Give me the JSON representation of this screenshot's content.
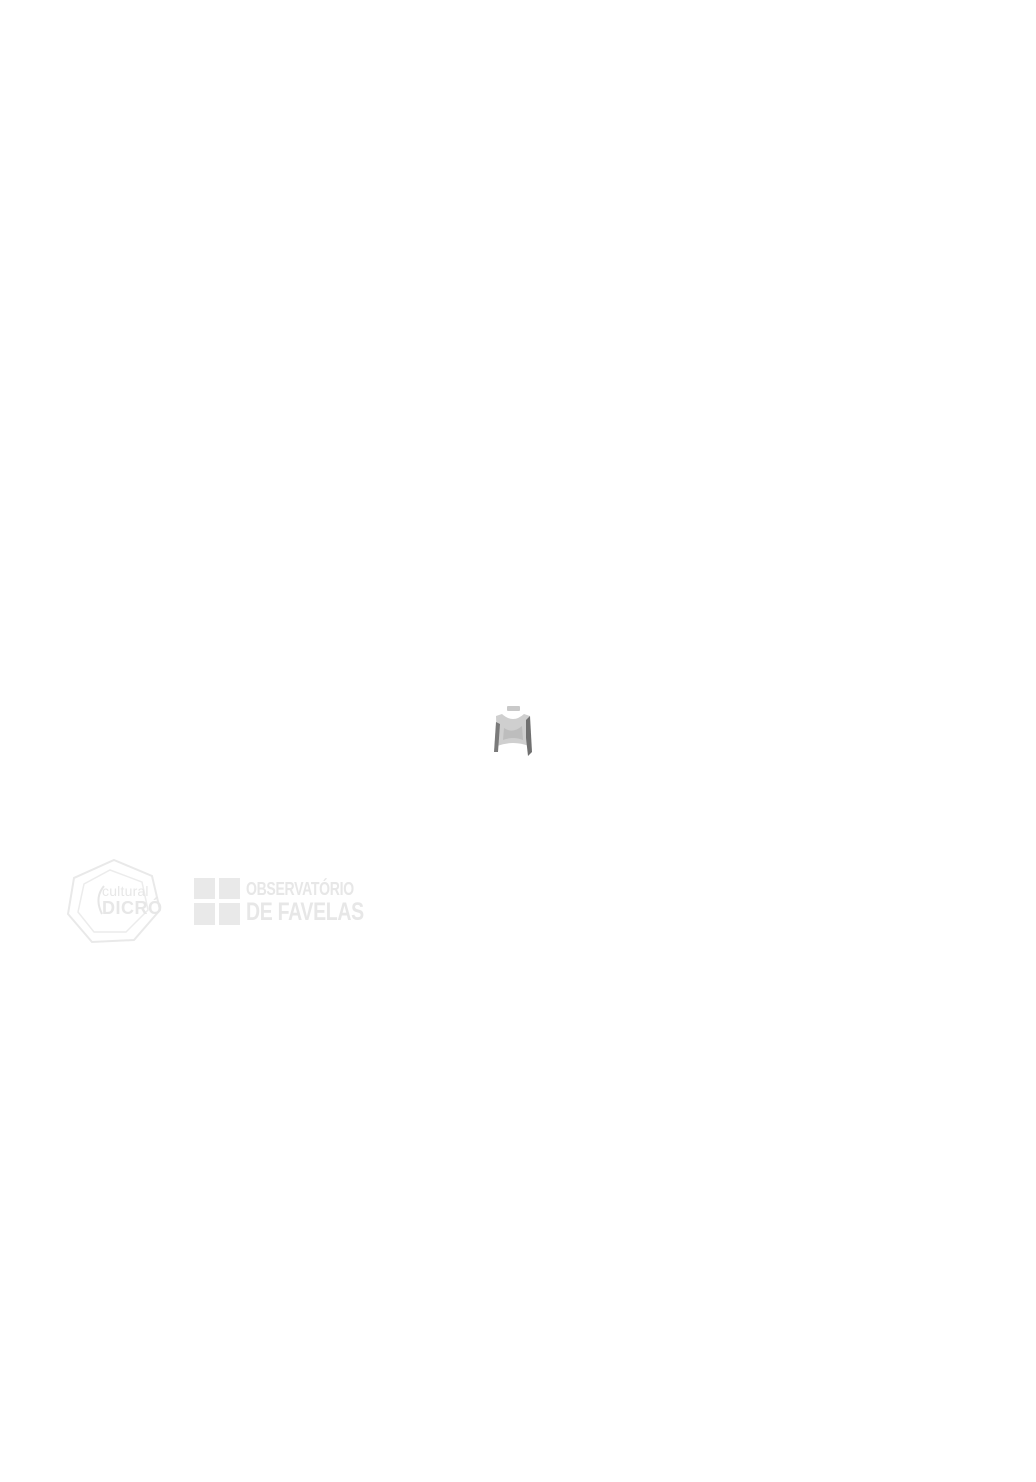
{
  "loader": {
    "icon": "loading-mascot-icon",
    "colors": {
      "light": "#c8c8c8",
      "dark": "#7a7a7a"
    }
  },
  "partners": {
    "dicro": {
      "icon": "centro-cultural-dicro-logo",
      "line1": "cultural",
      "line2": "DICRÓ"
    },
    "observatorio": {
      "icon": "observatorio-de-favelas-logo",
      "line1": "OBSERVATÓRIO",
      "line2": "DE FAVELAS"
    },
    "color": "#e7e7e7"
  }
}
